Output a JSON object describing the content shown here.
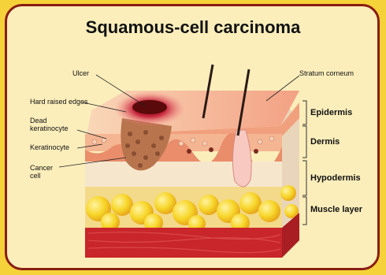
{
  "title": "Squamous-cell carcinoma",
  "left_labels": {
    "ulcer": "Ulcer",
    "hard_raised_edges": "Hard raised edges",
    "dead_keratinocyte_1": "Dead",
    "dead_keratinocyte_2": "keratinocyte",
    "keratinocyte": "Keratinocyte",
    "cancer_cell_1": "Cancer",
    "cancer_cell_2": "cell"
  },
  "right_labels": {
    "stratum_corneum": "Stratum corneum",
    "epidermis": "Epidermis",
    "dermis": "Dermis",
    "hypodermis": "Hypodermis",
    "muscle_layer": "Muscle layer"
  },
  "colors": {
    "background": "#f6d23a",
    "panel": "#fbeebb",
    "border": "#8a1d12",
    "epidermis": "#f4a77c",
    "dermis": "#f6e2c8",
    "fat": "#f7d62a",
    "muscle": "#c8262a",
    "tumor": "#b8744d"
  }
}
